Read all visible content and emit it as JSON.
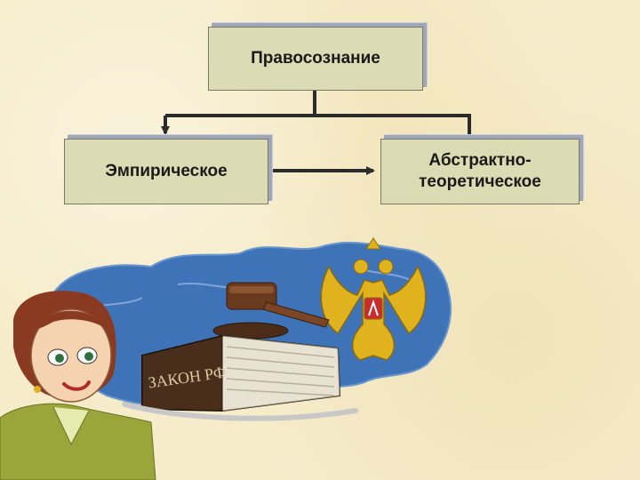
{
  "diagram": {
    "root_label": "Правосознание",
    "empirical_label": "Эмпирическое",
    "abstract_label_line1": "Абстрактно-",
    "abstract_label_line2": "теоретическое"
  },
  "illustration": {
    "book_text": "ЗАКОН РФ",
    "map_color": "#3f73b8",
    "book_color": "#3a2518",
    "eagle_color": "#e0b21e"
  }
}
